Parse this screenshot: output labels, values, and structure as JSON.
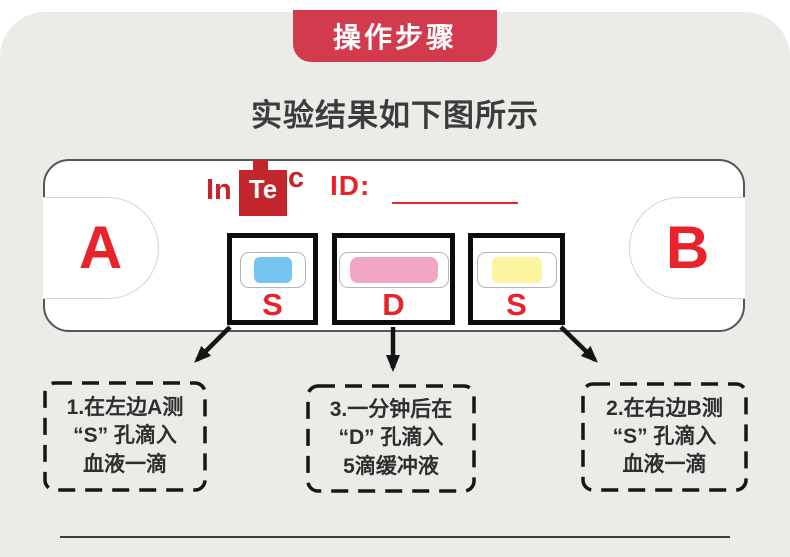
{
  "banner": {
    "label": "操作步骤"
  },
  "title": "实验结果如下图所示",
  "cassette": {
    "left_letter": "A",
    "right_letter": "B",
    "logo": {
      "in": "In",
      "te": "Te",
      "c": "c"
    },
    "id_label": "ID:",
    "wells": [
      {
        "label": "S",
        "color": "#74c6f0"
      },
      {
        "label": "D",
        "color": "#f2a6c5"
      },
      {
        "label": "S",
        "color": "#fcf49e"
      }
    ]
  },
  "steps": [
    {
      "lines": [
        "1.在左边A测",
        "“S” 孔滴入",
        "血液一滴"
      ]
    },
    {
      "lines": [
        "3.一分钟后在",
        "“D” 孔滴入",
        "5滴缓冲液"
      ]
    },
    {
      "lines": [
        "2.在右边B测",
        "“S” 孔滴入",
        "血液一滴"
      ]
    }
  ],
  "colors": {
    "banner_red": "#d23b4d",
    "accent_red": "#e8232c",
    "logo_red": "#c2262c",
    "well_blue": "#74c6f0",
    "well_pink": "#f2a6c5",
    "well_yellow": "#fcf49e",
    "card_bg": "#edebe8"
  }
}
